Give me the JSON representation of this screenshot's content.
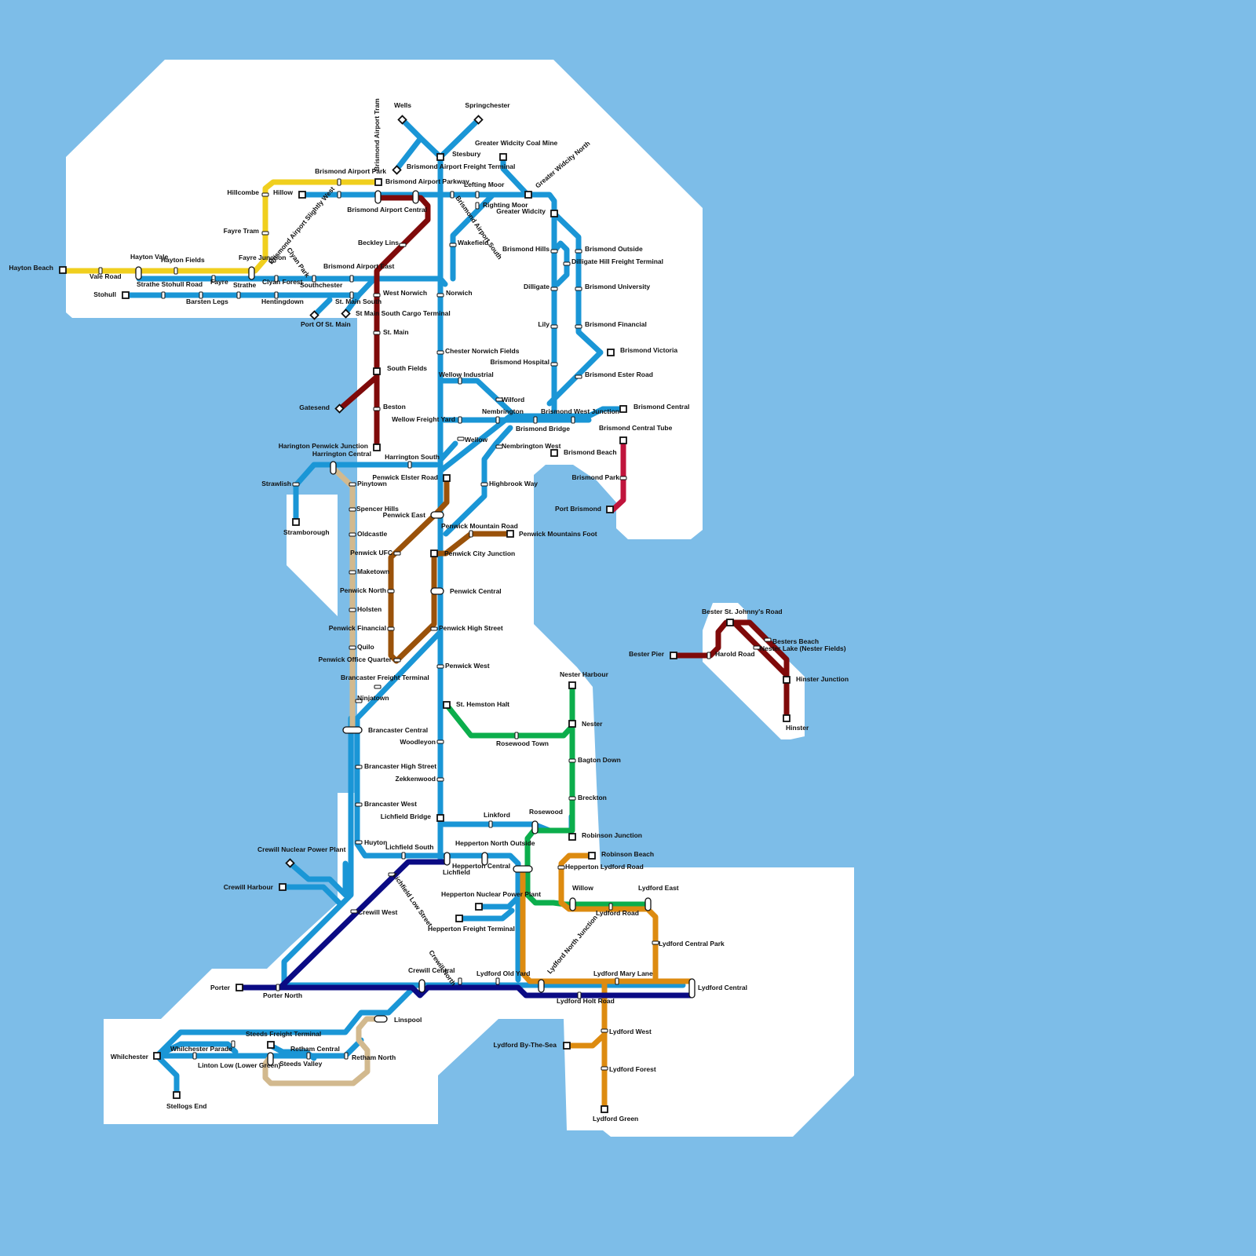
{
  "background": "#7dbde8",
  "land": "#ffffff",
  "lines": {
    "blue": "#1a96d6",
    "yellow": "#f0cf1e",
    "maroon": "#7f0a0a",
    "brown": "#9a520a",
    "tan": "#d2b98e",
    "green": "#0cae4c",
    "orange": "#dd8b10",
    "navy": "#0b0b84",
    "crimson": "#c0143c"
  },
  "labels": [
    {
      "t": "Wells"
    },
    {
      "t": "Springchester"
    },
    {
      "t": "Stesbury"
    },
    {
      "t": "Greater Widcity Coal Mine"
    },
    {
      "t": "Brismond Airport Freight Terminal"
    },
    {
      "t": "Brismond Airport Park"
    },
    {
      "t": "Brismond Airport Tram"
    },
    {
      "t": "Brismond Airport Parkway"
    },
    {
      "t": "Greater Widcity North"
    },
    {
      "t": "Lefting Moor"
    },
    {
      "t": "Hillcombe"
    },
    {
      "t": "Hillow"
    },
    {
      "t": "Brismond Airport Central"
    },
    {
      "t": "Righting Moor"
    },
    {
      "t": "Greater Widcity"
    },
    {
      "t": "Brismond Airport South"
    },
    {
      "t": "Fayre Tram"
    },
    {
      "t": "Brismond Airport Slightly West"
    },
    {
      "t": "Beckley Lins"
    },
    {
      "t": "Wakefield"
    },
    {
      "t": "Brismond Hills"
    },
    {
      "t": "Brismond Outside"
    },
    {
      "t": "Dilligate Hill Freight Terminal"
    },
    {
      "t": "Hayton Vale"
    },
    {
      "t": "Hayton Fields"
    },
    {
      "t": "Fayre Junction"
    },
    {
      "t": "Clyan Park"
    },
    {
      "t": "Brismond Airport East"
    },
    {
      "t": "Hayton Beach"
    },
    {
      "t": "Vale Road"
    },
    {
      "t": "Strathe Stohull Road"
    },
    {
      "t": "Fayre"
    },
    {
      "t": "Strathe"
    },
    {
      "t": "Clyan Forest"
    },
    {
      "t": "Southchester"
    },
    {
      "t": "Dilligate"
    },
    {
      "t": "Brismond University"
    },
    {
      "t": "Stohull"
    },
    {
      "t": "Barsten Legs"
    },
    {
      "t": "Hentingdown"
    },
    {
      "t": "St. Main South"
    },
    {
      "t": "West Norwich"
    },
    {
      "t": "Norwich"
    },
    {
      "t": "Port Of St. Main"
    },
    {
      "t": "St Main South Cargo Terminal"
    },
    {
      "t": "Lily"
    },
    {
      "t": "Brismond Financial"
    },
    {
      "t": "St. Main"
    },
    {
      "t": "Chester Norwich Fields"
    },
    {
      "t": "Brismond Victoria"
    },
    {
      "t": "Brismond Hospital"
    },
    {
      "t": "South Fields"
    },
    {
      "t": "Wellow Industrial"
    },
    {
      "t": "Brismond Ester Road"
    },
    {
      "t": "Wilford"
    },
    {
      "t": "Gatesend"
    },
    {
      "t": "Beston"
    },
    {
      "t": "Brismond Central"
    },
    {
      "t": "Nembrington"
    },
    {
      "t": "Brismond West Junction"
    },
    {
      "t": "Wellow Freight Yard"
    },
    {
      "t": "Brismond Bridge"
    },
    {
      "t": "Brismond Central Tube"
    },
    {
      "t": "Wellow"
    },
    {
      "t": "Harington Penwick Junction"
    },
    {
      "t": "Nembrington West"
    },
    {
      "t": "Harrington Central"
    },
    {
      "t": "Brismond Beach"
    },
    {
      "t": "Harrington South"
    },
    {
      "t": "Penwick Elster Road"
    },
    {
      "t": "Brismond Park"
    },
    {
      "t": "Strawlish"
    },
    {
      "t": "Pinytown"
    },
    {
      "t": "Highbrook Way"
    },
    {
      "t": "Port Brismond"
    },
    {
      "t": "Spencer Hills"
    },
    {
      "t": "Penwick East"
    },
    {
      "t": "Stramborough"
    },
    {
      "t": "Penwick Mountain Road"
    },
    {
      "t": "Oldcastle"
    },
    {
      "t": "Penwick Mountains Foot"
    },
    {
      "t": "Penwick UFC"
    },
    {
      "t": "Penwick City Junction"
    },
    {
      "t": "Maketown"
    },
    {
      "t": "Penwick North"
    },
    {
      "t": "Penwick Central"
    },
    {
      "t": "Holsten"
    },
    {
      "t": "Bester St. Johnny's Road"
    },
    {
      "t": "Penwick Financial"
    },
    {
      "t": "Penwick High Street"
    },
    {
      "t": "Besters Beach"
    },
    {
      "t": "Nester Lake (Nester Fields)"
    },
    {
      "t": "Quilo"
    },
    {
      "t": "Bester Pier"
    },
    {
      "t": "Harold Road"
    },
    {
      "t": "Penwick Office Quarter"
    },
    {
      "t": "Penwick West"
    },
    {
      "t": "Nester Harbour"
    },
    {
      "t": "Brancaster Freight Terminal"
    },
    {
      "t": "Hinster Junction"
    },
    {
      "t": "Ninjatown"
    },
    {
      "t": "St. Hemston Halt"
    },
    {
      "t": "Nester"
    },
    {
      "t": "Hinster"
    },
    {
      "t": "Brancaster Central"
    },
    {
      "t": "Woodleyon"
    },
    {
      "t": "Rosewood Town"
    },
    {
      "t": "Bagton Down"
    },
    {
      "t": "Brancaster High Street"
    },
    {
      "t": "Zekkenwood"
    },
    {
      "t": "Breckton"
    },
    {
      "t": "Brancaster West"
    },
    {
      "t": "Rosewood"
    },
    {
      "t": "Linkford"
    },
    {
      "t": "Lichfield Bridge"
    },
    {
      "t": "Robinson Junction"
    },
    {
      "t": "Huyton"
    },
    {
      "t": "Lichfield South"
    },
    {
      "t": "Hepperton North Outside"
    },
    {
      "t": "Crewill Nuclear Power Plant"
    },
    {
      "t": "Robinson Beach"
    },
    {
      "t": "Lichfield"
    },
    {
      "t": "Hepperton Central"
    },
    {
      "t": "Hepperton Lydford Road"
    },
    {
      "t": "Crewill Harbour"
    },
    {
      "t": "Lichfield Low Street"
    },
    {
      "t": "Hepperton Nuclear Power Plant"
    },
    {
      "t": "Willow"
    },
    {
      "t": "Lydford East"
    },
    {
      "t": "Crewill West"
    },
    {
      "t": "Lydford Road"
    },
    {
      "t": "Hepperton Freight Terminal"
    },
    {
      "t": "Lydford North Junction"
    },
    {
      "t": "Lydford Central Park"
    },
    {
      "t": "Crewill North"
    },
    {
      "t": "Crewill Central"
    },
    {
      "t": "Lydford Old Yard"
    },
    {
      "t": "Lydford Mary Lane"
    },
    {
      "t": "Lydford Central"
    },
    {
      "t": "Porter"
    },
    {
      "t": "Porter North"
    },
    {
      "t": "Lydford Holt Road"
    },
    {
      "t": "Linspool"
    },
    {
      "t": "Steeds Freight Terminal"
    },
    {
      "t": "Lydford West"
    },
    {
      "t": "Lydford By-The-Sea"
    },
    {
      "t": "Whilchester Parade"
    },
    {
      "t": "Retham Central"
    },
    {
      "t": "Whilchester"
    },
    {
      "t": "Linton Low (Lower Green)"
    },
    {
      "t": "Steeds Valley"
    },
    {
      "t": "Retham North"
    },
    {
      "t": "Lydford Forest"
    },
    {
      "t": "Stellogs End"
    },
    {
      "t": "Lydford Green"
    }
  ]
}
